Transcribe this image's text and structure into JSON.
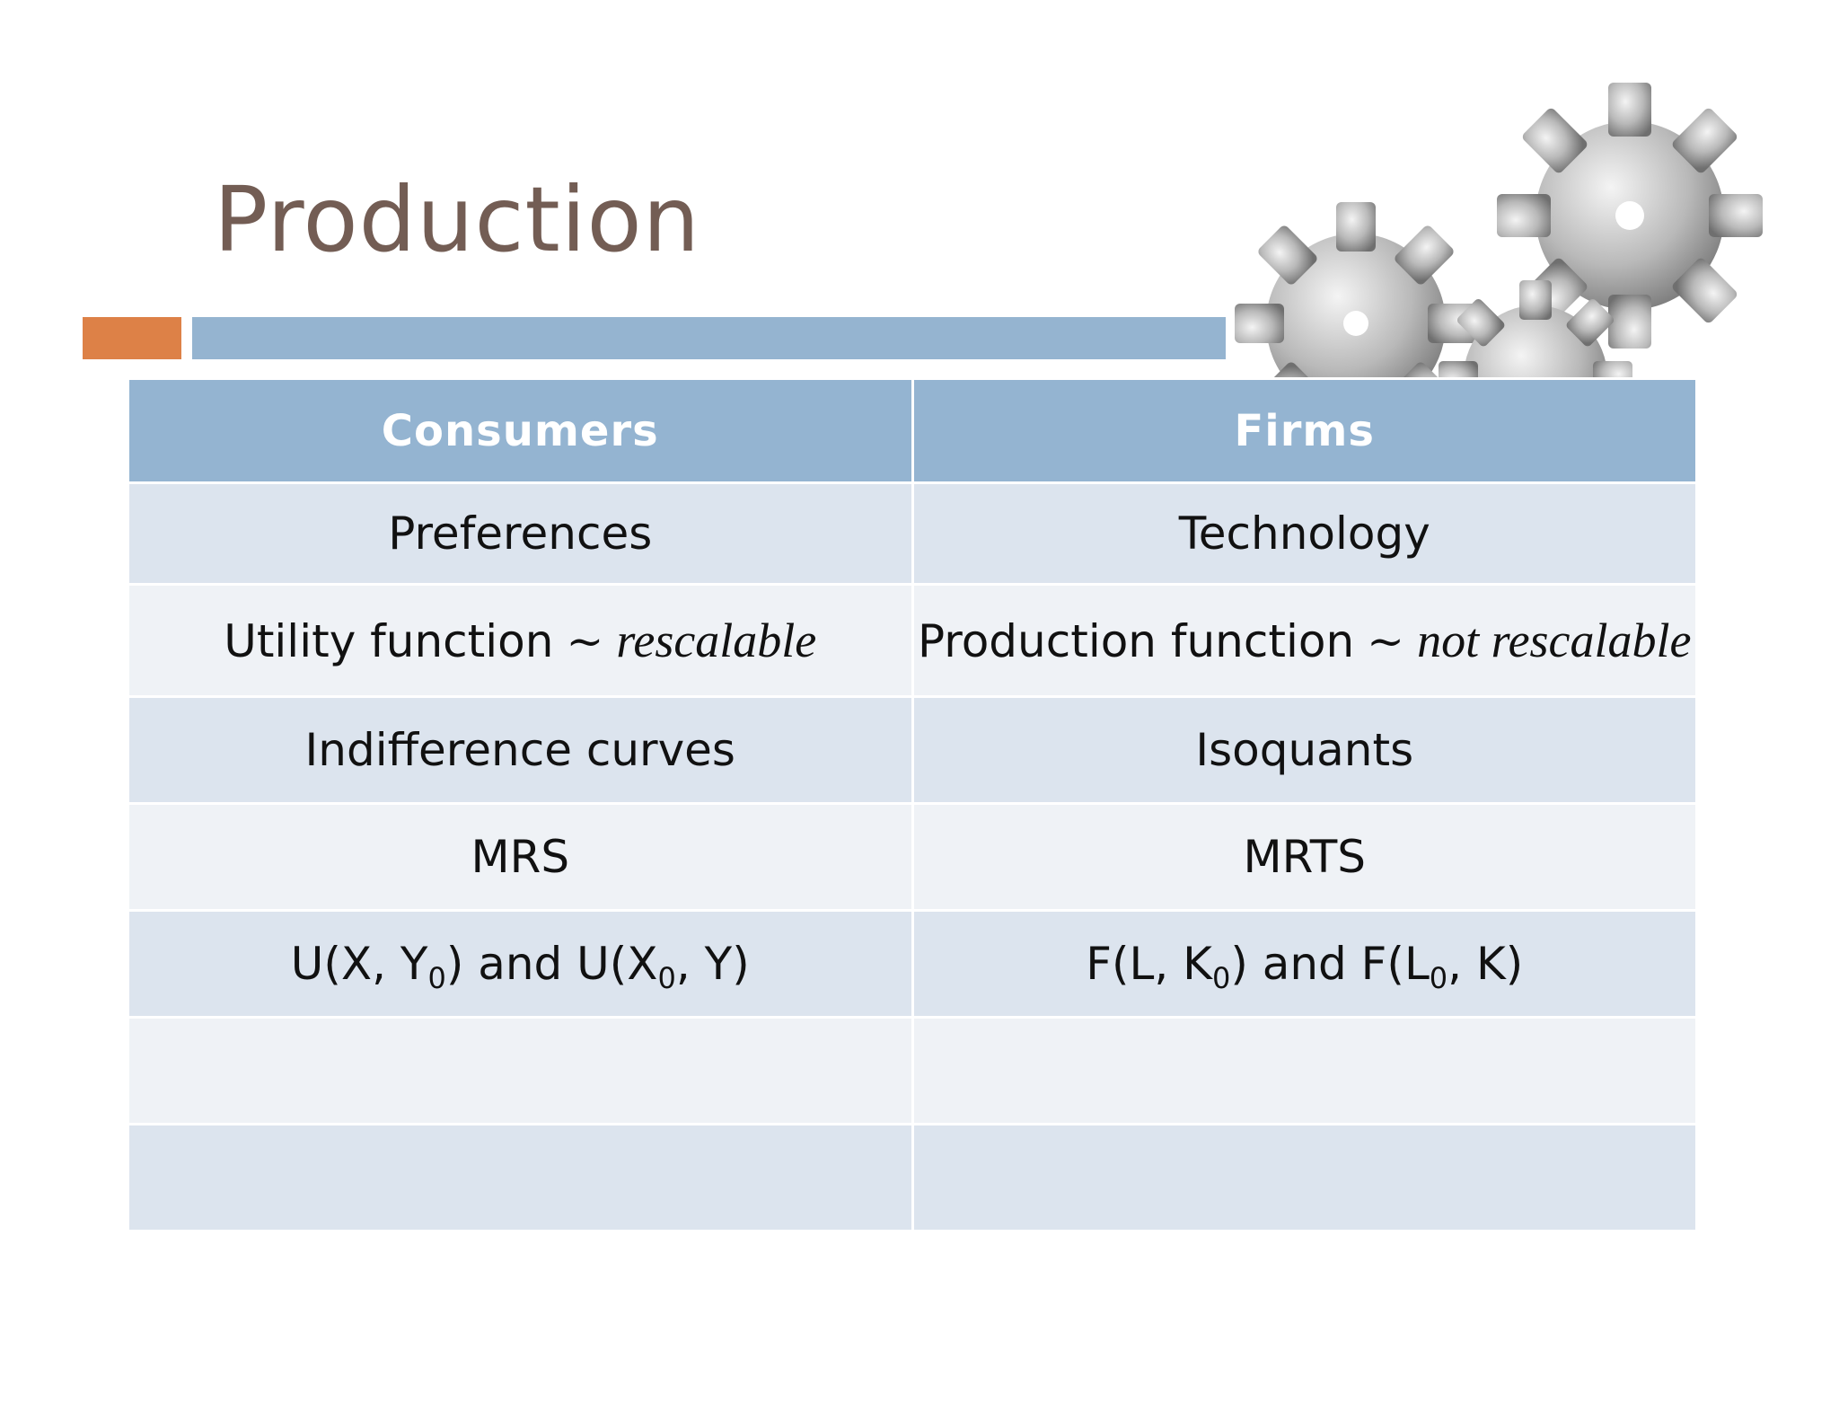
{
  "slide": {
    "title": "Production",
    "colors": {
      "title": "#735d54",
      "accent_orange": "#dd8147",
      "accent_blue": "#95b4d0",
      "header_fill": "#94b4d1",
      "row_dark": "#dce4ee",
      "row_light": "#eff2f6"
    },
    "decoration_icon": "gears-icon"
  },
  "table": {
    "headers": [
      "Consumers",
      "Firms"
    ],
    "rows": [
      {
        "consumers": "Preferences",
        "firms": "Technology"
      },
      {
        "consumers": {
          "label": "Utility function",
          "tilde": "~",
          "qualifier": "rescalable"
        },
        "firms": {
          "label": "Production function",
          "tilde": "~",
          "qualifier": "not rescalable"
        }
      },
      {
        "consumers": "Indifference curves",
        "firms": "Isoquants"
      },
      {
        "consumers": "MRS",
        "firms": "MRTS"
      },
      {
        "consumers": {
          "a": "U(X, Y",
          "a_sub": "0",
          "b": ") and U(X",
          "b_sub": "0",
          "c": ", Y)"
        },
        "firms": {
          "a": "F(L, K",
          "a_sub": "0",
          "b": ") and F(L",
          "b_sub": "0",
          "c": ", K)"
        }
      },
      {
        "consumers": "",
        "firms": ""
      },
      {
        "consumers": "",
        "firms": ""
      }
    ]
  }
}
